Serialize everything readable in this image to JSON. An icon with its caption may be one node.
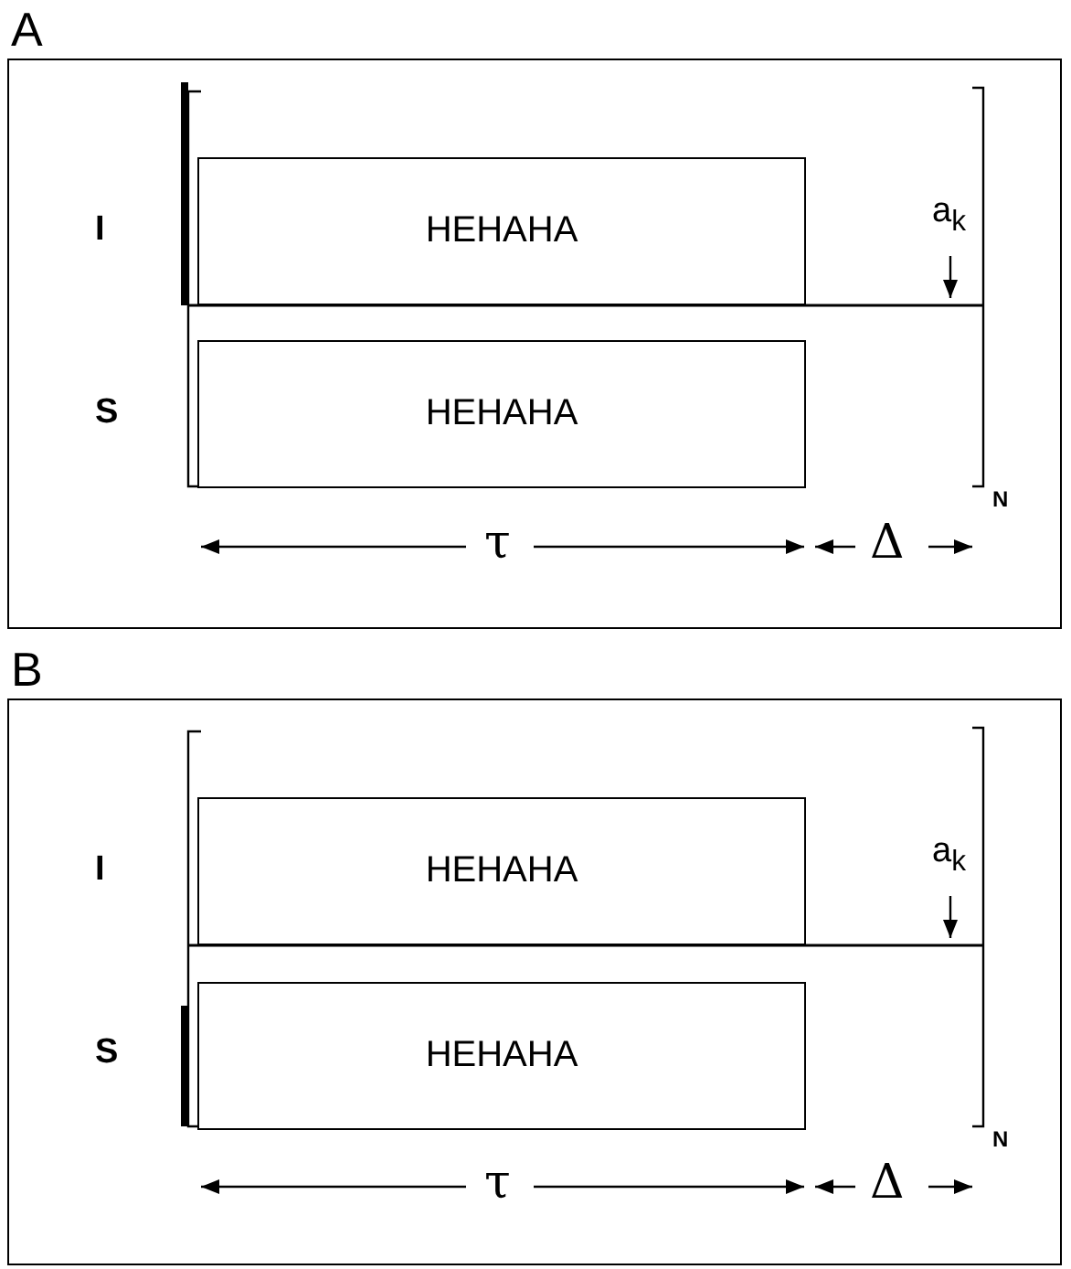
{
  "diagram": {
    "nodes": [
      {
        "text": [
          "A"
        ]
      },
      {
        "text": [
          "HEHAHA"
        ],
        "in": 0
      },
      {
        "text": [
          "HEHAHA"
        ],
        "in": 0
      },
      {
        "text": [
          "B"
        ]
      },
      {
        "text": [
          "HEHAHA"
        ],
        "in": 3
      },
      {
        "text": [
          "HEHAHA"
        ],
        "in": 3
      }
    ],
    "edges": [],
    "labels": [
      "I",
      "a$_{k}$",
      "S",
      "N",
      "τ",
      "Δ",
      "I",
      "a$_{k}$",
      "S",
      "N",
      "τ",
      "Δ"
    ]
  }
}
